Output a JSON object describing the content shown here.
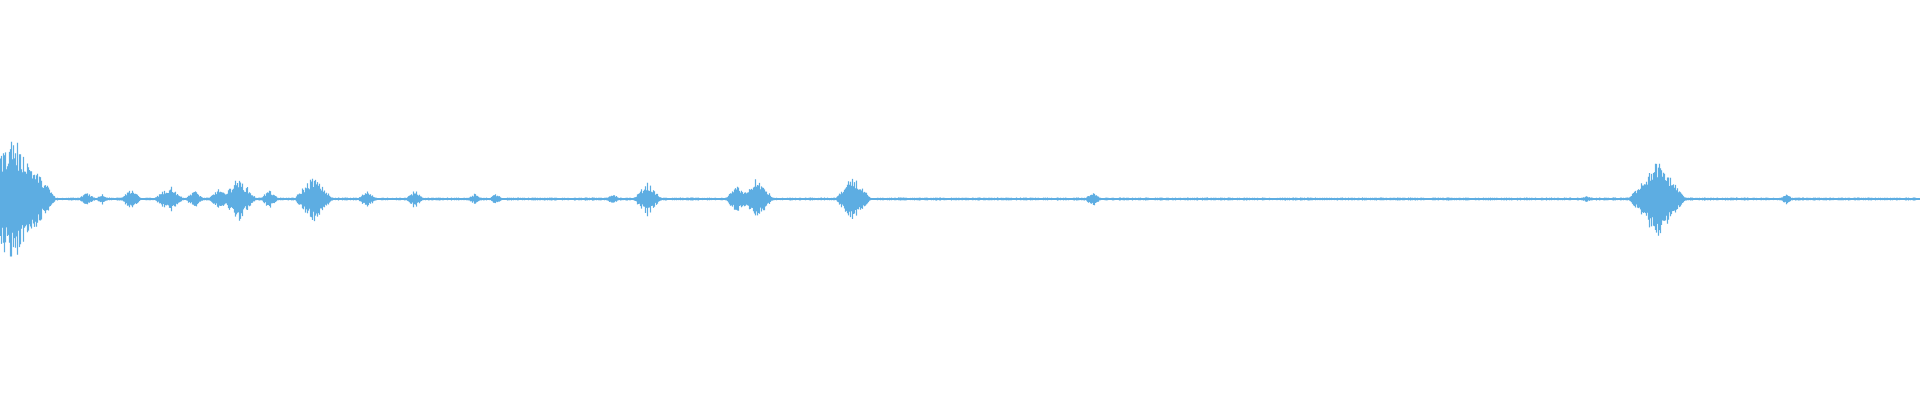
{
  "waveform": {
    "color": "#5DADE2",
    "background": "#FFFFFF",
    "bursts": [
      {
        "t": 0.006,
        "amp": 0.34
      },
      {
        "t": 0.045,
        "amp": 0.04
      },
      {
        "t": 0.053,
        "amp": 0.03
      },
      {
        "t": 0.068,
        "amp": 0.06
      },
      {
        "t": 0.085,
        "amp": 0.05
      },
      {
        "t": 0.089,
        "amp": 0.07
      },
      {
        "t": 0.101,
        "amp": 0.05
      },
      {
        "t": 0.114,
        "amp": 0.06
      },
      {
        "t": 0.124,
        "amp": 0.12
      },
      {
        "t": 0.14,
        "amp": 0.05
      },
      {
        "t": 0.163,
        "amp": 0.13
      },
      {
        "t": 0.191,
        "amp": 0.05
      },
      {
        "t": 0.216,
        "amp": 0.05
      },
      {
        "t": 0.247,
        "amp": 0.03
      },
      {
        "t": 0.258,
        "amp": 0.03
      },
      {
        "t": 0.319,
        "amp": 0.03
      },
      {
        "t": 0.337,
        "amp": 0.09
      },
      {
        "t": 0.384,
        "amp": 0.08
      },
      {
        "t": 0.394,
        "amp": 0.11
      },
      {
        "t": 0.444,
        "amp": 0.12
      },
      {
        "t": 0.569,
        "amp": 0.04
      },
      {
        "t": 0.826,
        "amp": 0.02
      },
      {
        "t": 0.863,
        "amp": 0.21
      },
      {
        "t": 0.93,
        "amp": 0.03
      }
    ]
  }
}
